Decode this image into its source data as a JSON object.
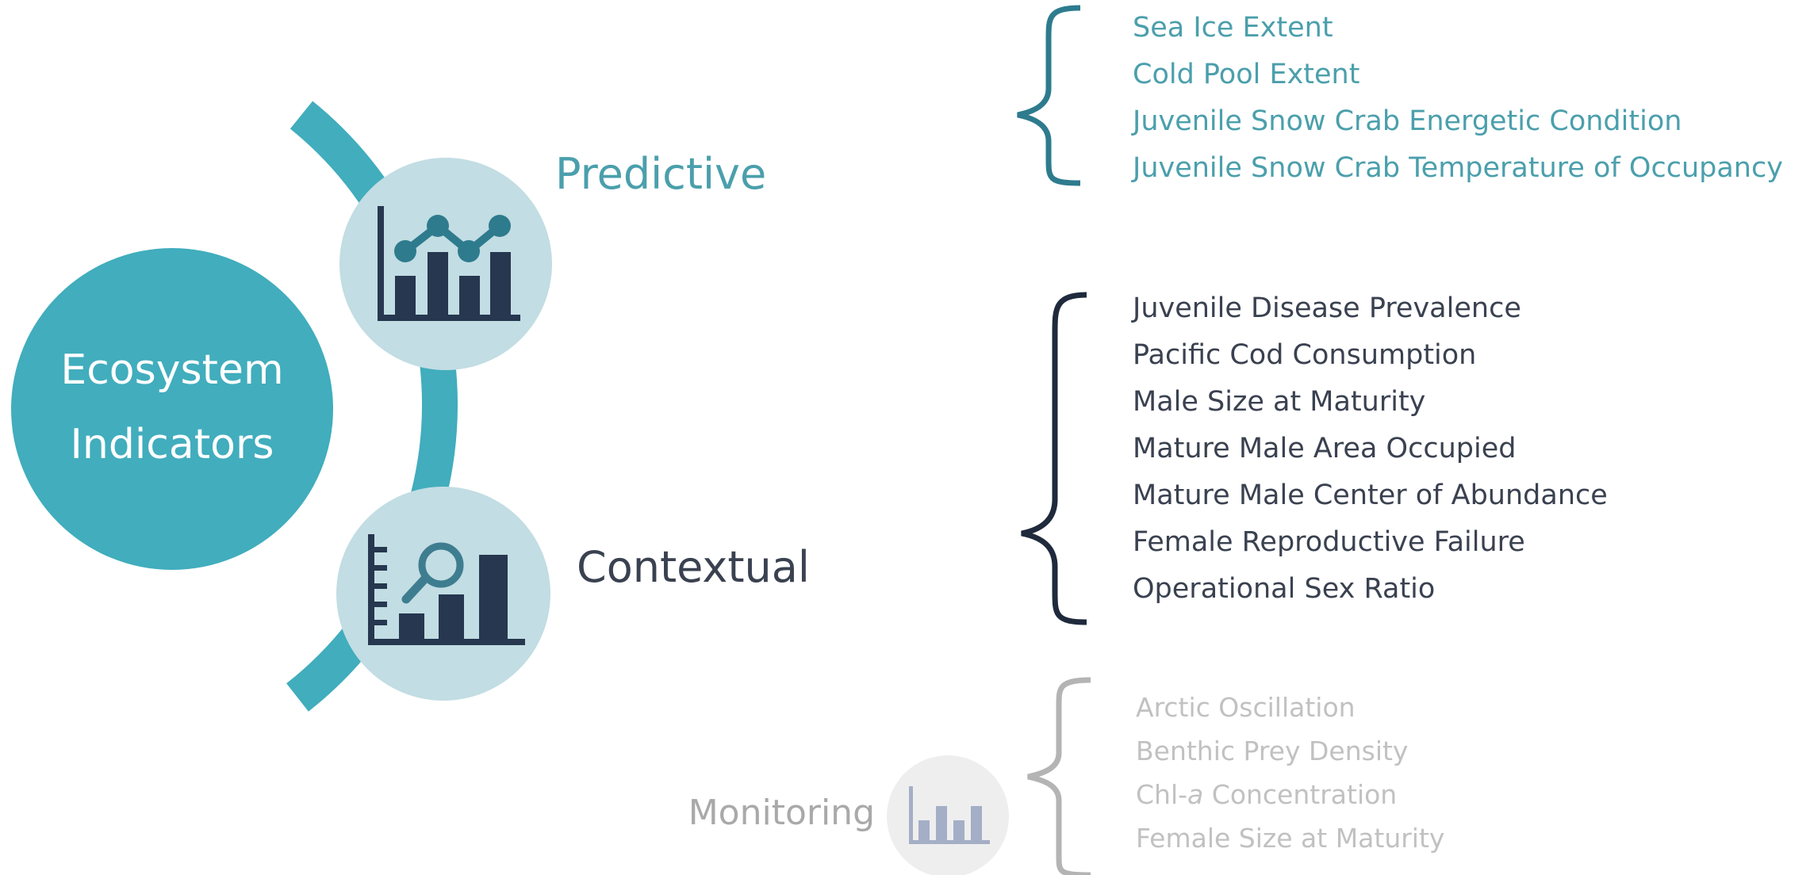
{
  "hub": {
    "line1": "Ecosystem",
    "line2": "Indicators"
  },
  "categories": {
    "predictive": {
      "label": "Predictive",
      "color": "#4b9fac",
      "icon": "line-and-bar-chart-icon",
      "items": [
        "Sea Ice Extent",
        "Cold Pool Extent",
        "Juvenile Snow Crab Energetic Condition",
        "Juvenile Snow Crab Temperature of Occupancy"
      ]
    },
    "contextual": {
      "label": "Contextual",
      "color": "#3a4150",
      "icon": "magnifier-bar-chart-icon",
      "items": [
        "Juvenile Disease Prevalence",
        "Pacific Cod Consumption",
        "Male Size at Maturity",
        "Mature Male Area Occupied",
        "Mature Male Center of Abundance",
        "Female Reproductive Failure",
        "Operational Sex Ratio"
      ]
    },
    "monitoring": {
      "label": "Monitoring",
      "color": "#a9a9a9",
      "icon": "bar-chart-icon",
      "items": [
        "Arctic Oscillation",
        "Benthic Prey Density",
        {
          "prefix": "Chl-",
          "italic": "a",
          "suffix": " Concentration"
        },
        "Female Size at Maturity"
      ]
    }
  },
  "colors": {
    "hub": "#41adbd",
    "arc": "#41adbd",
    "icon_circle_bg": "#c2dde3",
    "icon_dark": "#26374f",
    "icon_teal": "#2e7b8e",
    "monitoring_circle_bg": "#eeeeee",
    "monitoring_icon": "#a4aec6",
    "monitoring_brace": "#b4b4b4"
  }
}
